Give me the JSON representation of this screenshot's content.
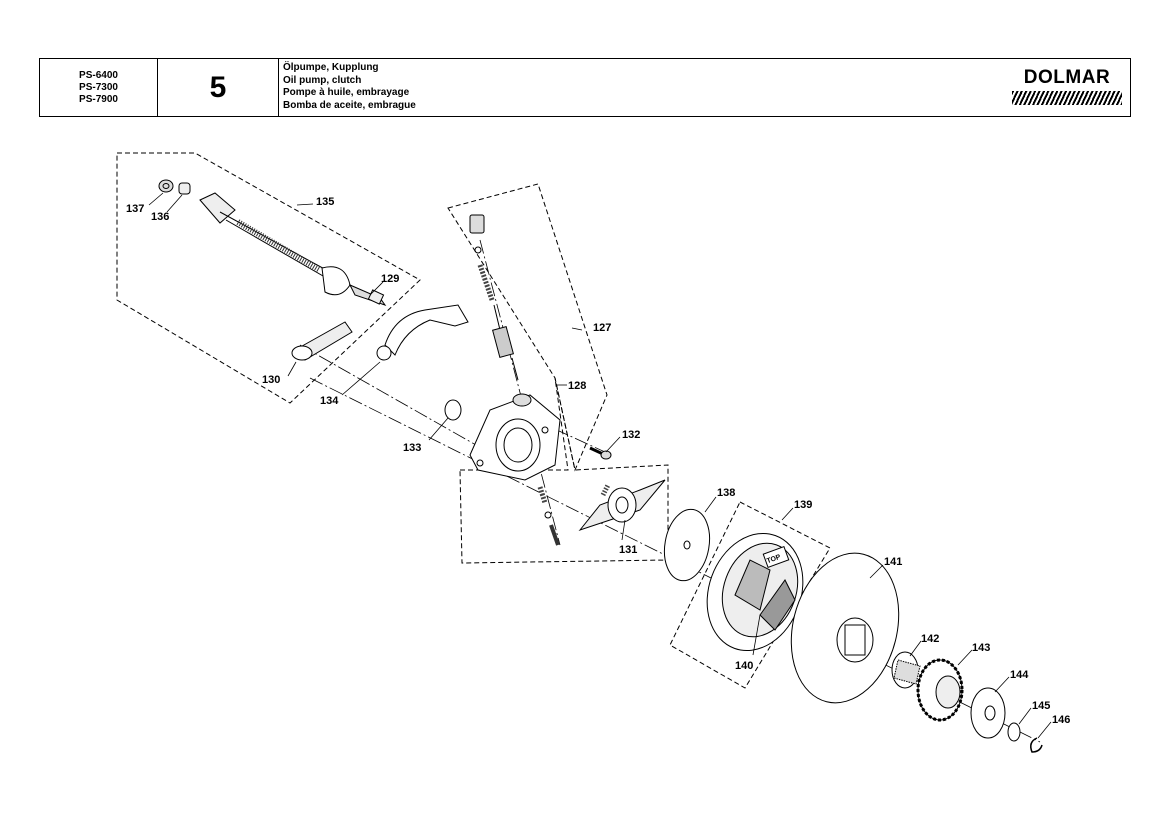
{
  "header": {
    "models": [
      "PS-6400",
      "PS-7300",
      "PS-7900"
    ],
    "section_number": "5",
    "titles": [
      "Ölpumpe, Kupplung",
      "Oil pump, clutch",
      "Pompe à huile, embrayage",
      "Bomba de aceite, embrague"
    ],
    "brand": "DOLMAR"
  },
  "callouts": {
    "n127": "127",
    "n128": "128",
    "n129": "129",
    "n130": "130",
    "n131": "131",
    "n132": "132",
    "n133": "133",
    "n134": "134",
    "n135": "135",
    "n136": "136",
    "n137": "137",
    "n138": "138",
    "n139": "139",
    "n140": "140",
    "n141": "141",
    "n142": "142",
    "n143": "143",
    "n144": "144",
    "n145": "145",
    "n146": "146"
  },
  "part_markings": {
    "clutch_top": "TOP"
  }
}
